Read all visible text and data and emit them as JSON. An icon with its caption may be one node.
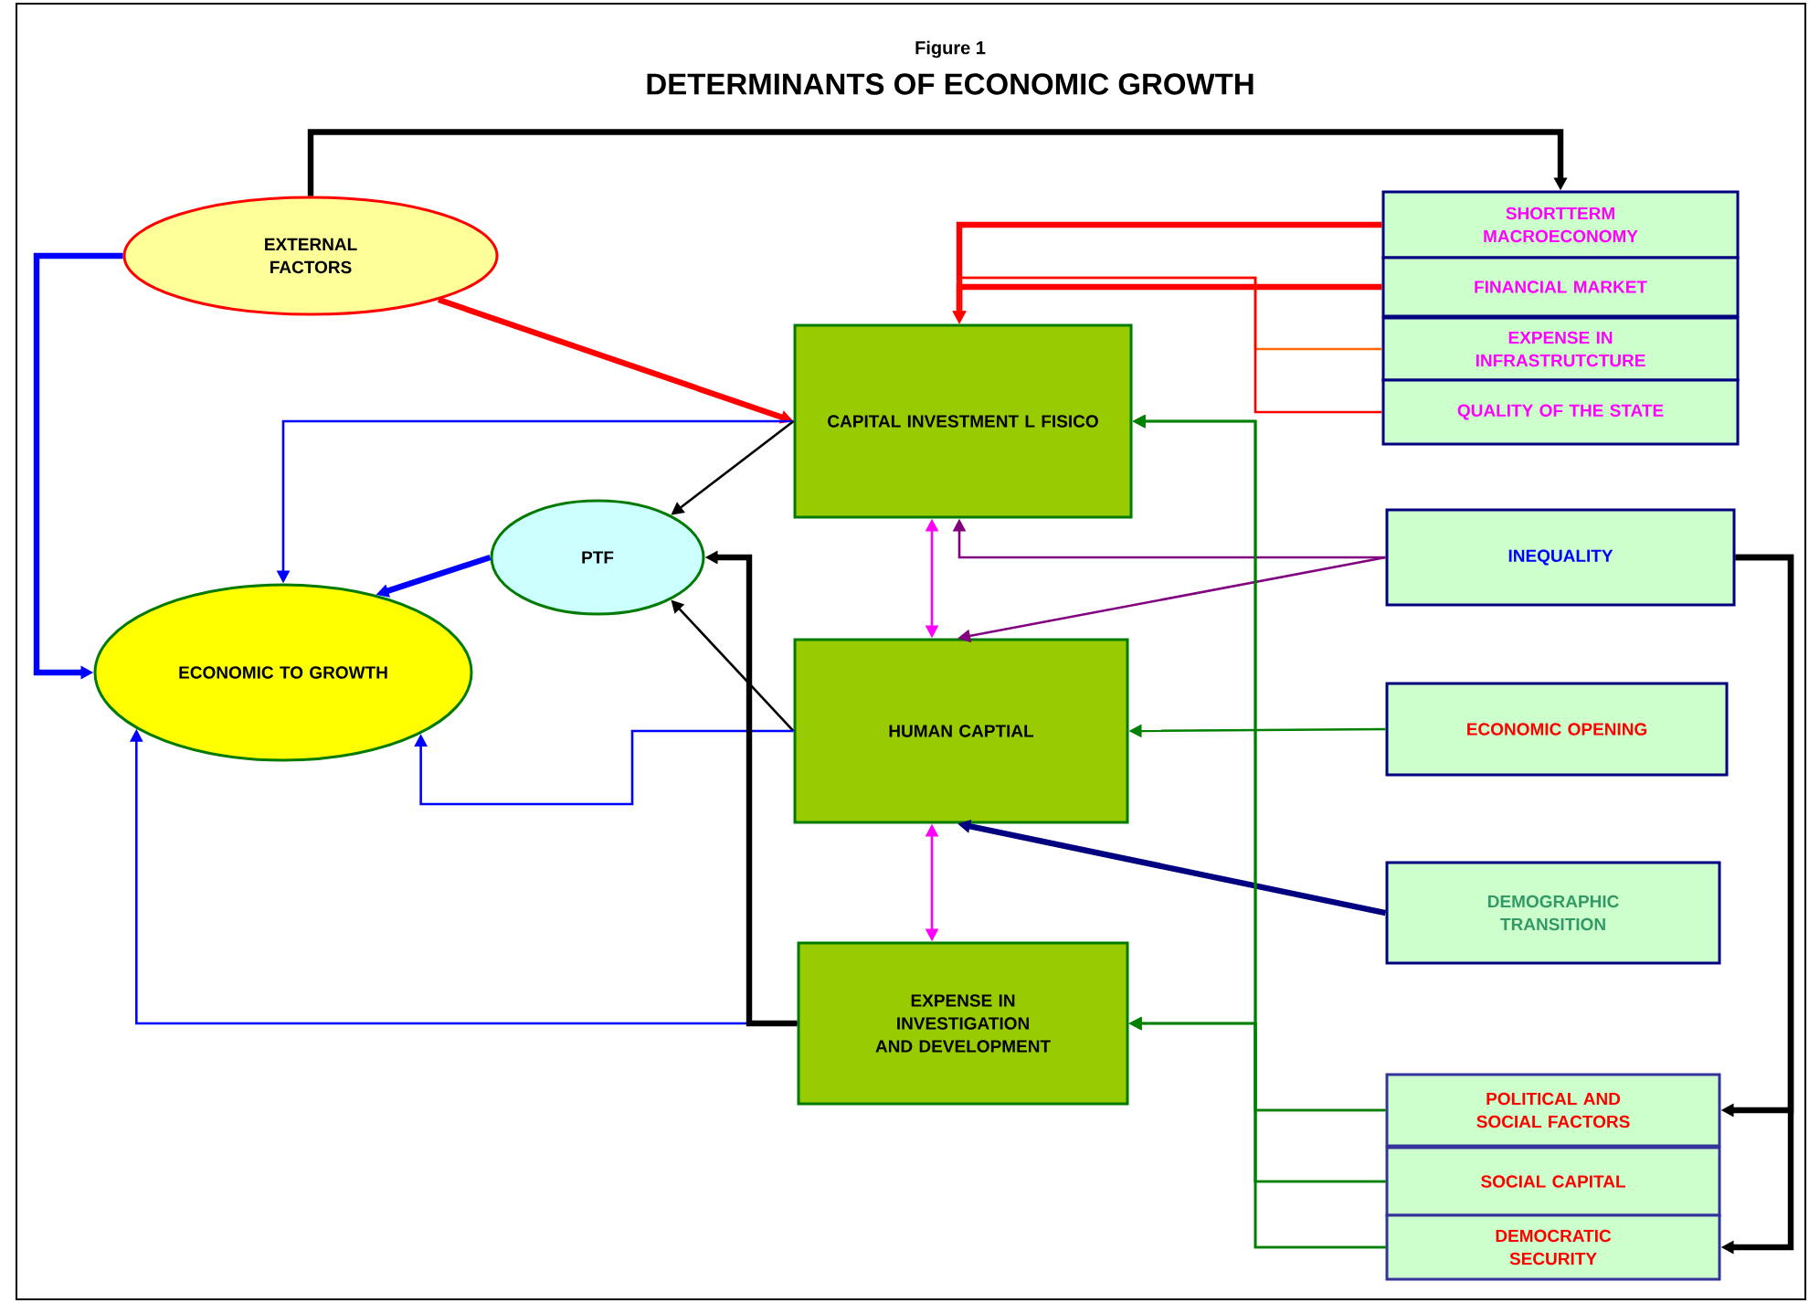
{
  "diagram": {
    "title": "DETERMINANTS OF ECONOMIC GROWTH",
    "nodes": [
      {
        "text": [
          "EXTERNAL FACTORS"
        ]
      },
      {
        "text": [
          "ECONOMIC TO GROWTH"
        ]
      },
      {
        "text": [
          "PTF"
        ]
      },
      {
        "text": [
          "CAPITAL INVESTMENT L FISICO"
        ]
      },
      {
        "text": [
          "HUMAN CAPTIAL"
        ]
      },
      {
        "text": [
          "EXPENSE IN INVESTIGATION AND DEVELOPMENT"
        ]
      },
      {
        "text": [
          "SHORTTERM MACROECONOMY"
        ]
      },
      {
        "text": [
          "FINANCIAL MARKET"
        ]
      },
      {
        "text": [
          "EXPENSE IN INFRASTRUTCTURE"
        ]
      },
      {
        "text": [
          "QUALITY OF THE STATE"
        ]
      },
      {
        "text": [
          "INEQUALITY"
        ]
      },
      {
        "text": [
          "ECONOMIC OPENING"
        ]
      },
      {
        "text": [
          "DEMOGRAPHIC TRANSITION"
        ]
      },
      {
        "text": [
          "POLITICAL AND SOCIAL FACTORS"
        ]
      },
      {
        "text": [
          "SOCIAL CAPITAL"
        ]
      },
      {
        "text": [
          "DEMOCRATIC SECURITY"
        ]
      }
    ],
    "edges": [
      {
        "from": 0,
        "to": 6,
        "arrow": "to",
        "style": "thick",
        "color": "#000000"
      },
      {
        "from": 0,
        "to": 1,
        "arrow": "to",
        "style": "thick",
        "color": "#0000ff"
      },
      {
        "from": 0,
        "to": 3,
        "arrow": "to",
        "style": "thick",
        "color": "#ff0000"
      },
      {
        "from": 3,
        "to": 1,
        "arrow": "to",
        "color": "#0000ff"
      },
      {
        "from": 3,
        "to": 2,
        "arrow": "to",
        "color": "#000000"
      },
      {
        "from": 2,
        "to": 1,
        "arrow": "to",
        "style": "thick",
        "color": "#0000ff"
      },
      {
        "from": 4,
        "to": 2,
        "arrow": "to",
        "color": "#000000"
      },
      {
        "from": 4,
        "to": 1,
        "arrow": "to",
        "color": "#0000ff"
      },
      {
        "from": 5,
        "to": 1,
        "arrow": "to",
        "color": "#0000ff"
      },
      {
        "from": 5,
        "to": 2,
        "arrow": "to",
        "style": "thick",
        "color": "#000000"
      },
      {
        "from": 3,
        "to": 4,
        "arrow": "both",
        "color": "#ff00ff"
      },
      {
        "from": 4,
        "to": 5,
        "arrow": "both",
        "color": "#ff00ff"
      },
      {
        "from": 6,
        "to": 3,
        "arrow": "to",
        "style": "thick",
        "color": "#ff0000"
      },
      {
        "from": 7,
        "to": 3,
        "arrow": "to",
        "style": "thick",
        "color": "#ff0000"
      },
      {
        "from": 8,
        "to": 3,
        "arrow": "to",
        "color": "#ff6600"
      },
      {
        "from": 9,
        "to": 3,
        "arrow": "to",
        "color": "#ff0000"
      },
      {
        "from": 10,
        "to": 3,
        "arrow": "to",
        "color": "#800080"
      },
      {
        "from": 10,
        "to": 4,
        "arrow": "to",
        "color": "#800080"
      },
      {
        "from": 10,
        "to": 13,
        "arrow": "to",
        "style": "thick",
        "color": "#000000"
      },
      {
        "from": 10,
        "to": 15,
        "arrow": "to",
        "style": "thick",
        "color": "#000000"
      },
      {
        "from": 11,
        "to": 4,
        "arrow": "to"
      },
      {
        "from": 12,
        "to": 4,
        "arrow": "to",
        "style": "thick",
        "color": "#000080"
      },
      {
        "from": 13,
        "to": 3,
        "arrow": "to"
      },
      {
        "from": 14,
        "to": 3,
        "arrow": "to"
      },
      {
        "from": 15,
        "to": 3,
        "arrow": "to"
      },
      {
        "from": 13,
        "to": 5,
        "arrow": "to"
      },
      {
        "from": 14,
        "to": 5,
        "arrow": "to"
      },
      {
        "from": 15,
        "to": 5,
        "arrow": "to"
      }
    ],
    "labels": [
      "Figure 1"
    ]
  }
}
